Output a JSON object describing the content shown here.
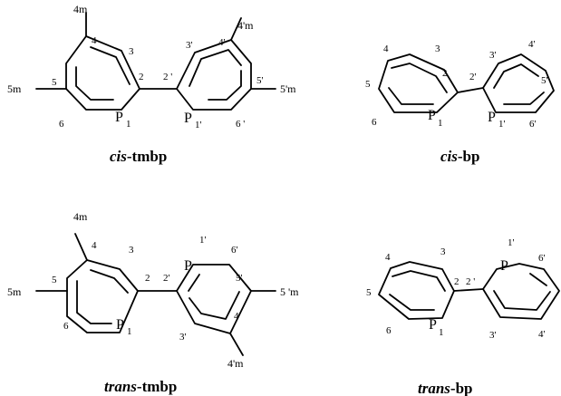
{
  "captions": {
    "cis_tmbp": {
      "prefix": "cis",
      "suffix": "-tmbp"
    },
    "cis_bp": {
      "prefix": "cis",
      "suffix": "-bp"
    },
    "trans_tmbp": {
      "prefix": "trans",
      "suffix": "-tmbp"
    },
    "trans_bp": {
      "prefix": "trans",
      "suffix": "-bp"
    }
  },
  "labels": {
    "p": "P",
    "sub1": "1",
    "sub1p": "1'",
    "n1p": "1'",
    "n2": "2",
    "n2p": "2'",
    "n2p_sp": "2 '",
    "n3": "3",
    "n3p": "3'",
    "n4": "4",
    "n4p": "4'",
    "n5": "5",
    "n5p": "5'",
    "n6": "6",
    "n6p": "6'",
    "n6p_sp": "6 '",
    "m4": "4m",
    "m5": "5m",
    "m4p": "4'm",
    "m5p": "5'm",
    "m5p_sp": "5 'm"
  }
}
